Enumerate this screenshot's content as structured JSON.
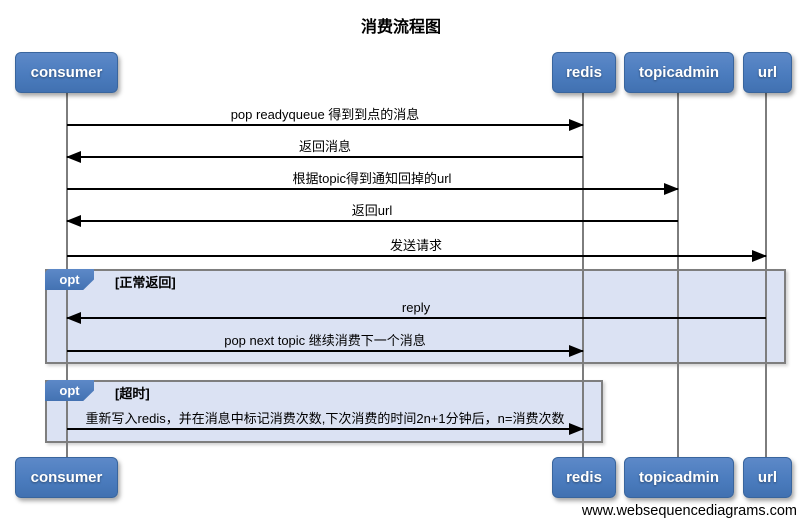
{
  "title": "消费流程图",
  "watermark": "www.websequencediagrams.com",
  "colors": {
    "actor_fill": "#4b7cbe",
    "actor_border": "#39659d",
    "actor_text": "#ffffff",
    "fragment_fill": "#dbe2f3",
    "fragment_border": "#7e7e7e",
    "lifeline": "#7d7d7d",
    "arrow": "#000000",
    "background": "#ffffff"
  },
  "actors": [
    {
      "id": "consumer",
      "label": "consumer"
    },
    {
      "id": "redis",
      "label": "redis"
    },
    {
      "id": "topicadmin",
      "label": "topicadmin"
    },
    {
      "id": "url",
      "label": "url"
    }
  ],
  "messages": [
    {
      "from": "consumer",
      "to": "redis",
      "direction": "right",
      "label": "pop readyqueue 得到到点的消息"
    },
    {
      "from": "redis",
      "to": "consumer",
      "direction": "left",
      "label": "返回消息"
    },
    {
      "from": "consumer",
      "to": "topicadmin",
      "direction": "right",
      "label": "根据topic得到通知回掉的url"
    },
    {
      "from": "topicadmin",
      "to": "consumer",
      "direction": "left",
      "label": "返回url"
    },
    {
      "from": "consumer",
      "to": "url",
      "direction": "right",
      "label": "发送请求"
    },
    {
      "from": "url",
      "to": "consumer",
      "direction": "left",
      "label": "reply"
    },
    {
      "from": "consumer",
      "to": "redis",
      "direction": "right",
      "label": "pop next topic 继续消费下一个消息"
    },
    {
      "from": "consumer",
      "to": "redis",
      "direction": "right",
      "label": "重新写入redis，并在消息中标记消费次数,下次消费的时间2n+1分钟后，n=消费次数"
    }
  ],
  "fragments": [
    {
      "operator": "opt",
      "guard": "[正常返回]"
    },
    {
      "operator": "opt",
      "guard": "[超时]"
    }
  ]
}
